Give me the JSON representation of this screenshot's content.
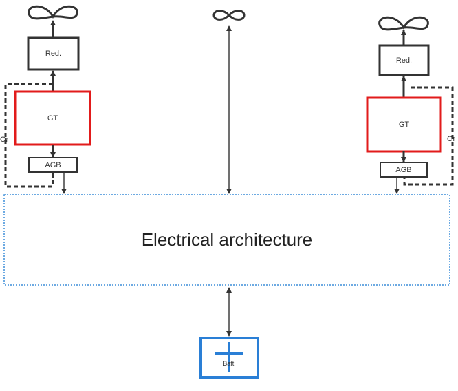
{
  "diagram": {
    "left_unit": {
      "reducer": "Red.",
      "turbine": "GT",
      "gearbox": "AGB",
      "or_label": "Or"
    },
    "right_unit": {
      "reducer": "Red.",
      "turbine": "GT",
      "gearbox": "AGB",
      "or_label": "Or"
    },
    "bus_label": "Electrical architecture",
    "battery_label": "Batt.",
    "colors": {
      "stroke": "#333333",
      "turbine_border": "#e21b1b",
      "bus_border": "#3d8ed8",
      "battery_border": "#2a7fd6"
    },
    "icons": [
      "propeller-icon",
      "battery-plus-icon"
    ]
  }
}
